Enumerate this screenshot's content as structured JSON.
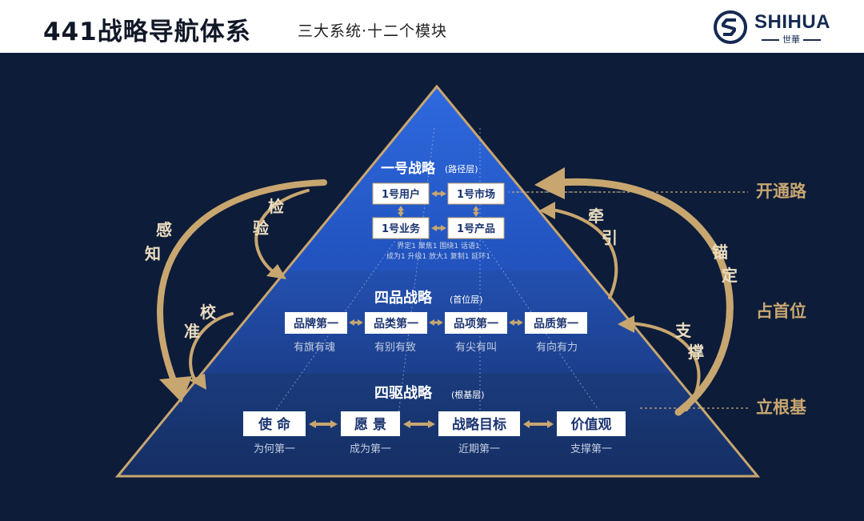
{
  "header": {
    "title": "441战略导航体系",
    "subtitle": "三大系统·十二个模块",
    "logo": {
      "name": "SHIHUA",
      "sub": "世華"
    }
  },
  "levels": {
    "top": {
      "title": "一号战略",
      "note": "(路径层)",
      "boxes": [
        "1号用户",
        "1号市场",
        "1号业务",
        "1号产品"
      ],
      "small_lines": [
        "界定1 聚焦1 围绕1 话语1",
        "成为1 升级1 放大1 复制1 延环1"
      ]
    },
    "middle": {
      "title": "四品战略",
      "note": "(首位层)",
      "boxes": [
        "品牌第一",
        "品类第一",
        "品项第一",
        "品质第一"
      ],
      "subs": [
        "有旗有魂",
        "有别有致",
        "有尖有叫",
        "有向有力"
      ]
    },
    "bottom": {
      "title": "四驱战略",
      "note": "(根基层)",
      "boxes": [
        "使 命",
        "愿 景",
        "战略目标",
        "价值观"
      ],
      "subs": [
        "为何第一",
        "成为第一",
        "近期第一",
        "支撑第一"
      ]
    }
  },
  "left_arrows": {
    "outer": [
      "感",
      "知"
    ],
    "upper": [
      "检",
      "验"
    ],
    "lower": [
      "校",
      "准"
    ]
  },
  "right_arrows": {
    "upper": [
      "牵",
      "引"
    ],
    "outer": [
      "锚",
      "定"
    ],
    "lower": [
      "支",
      "撑"
    ]
  },
  "side_labels": [
    "开通路",
    "占首位",
    "立根基"
  ],
  "colors": {
    "background": "#0d1c38",
    "top_layer": "#2a5fd0",
    "middle_layer": "#1e4599",
    "bottom_layer": "#183770",
    "gold": "#c8a670",
    "box_text": "#1b3470"
  }
}
